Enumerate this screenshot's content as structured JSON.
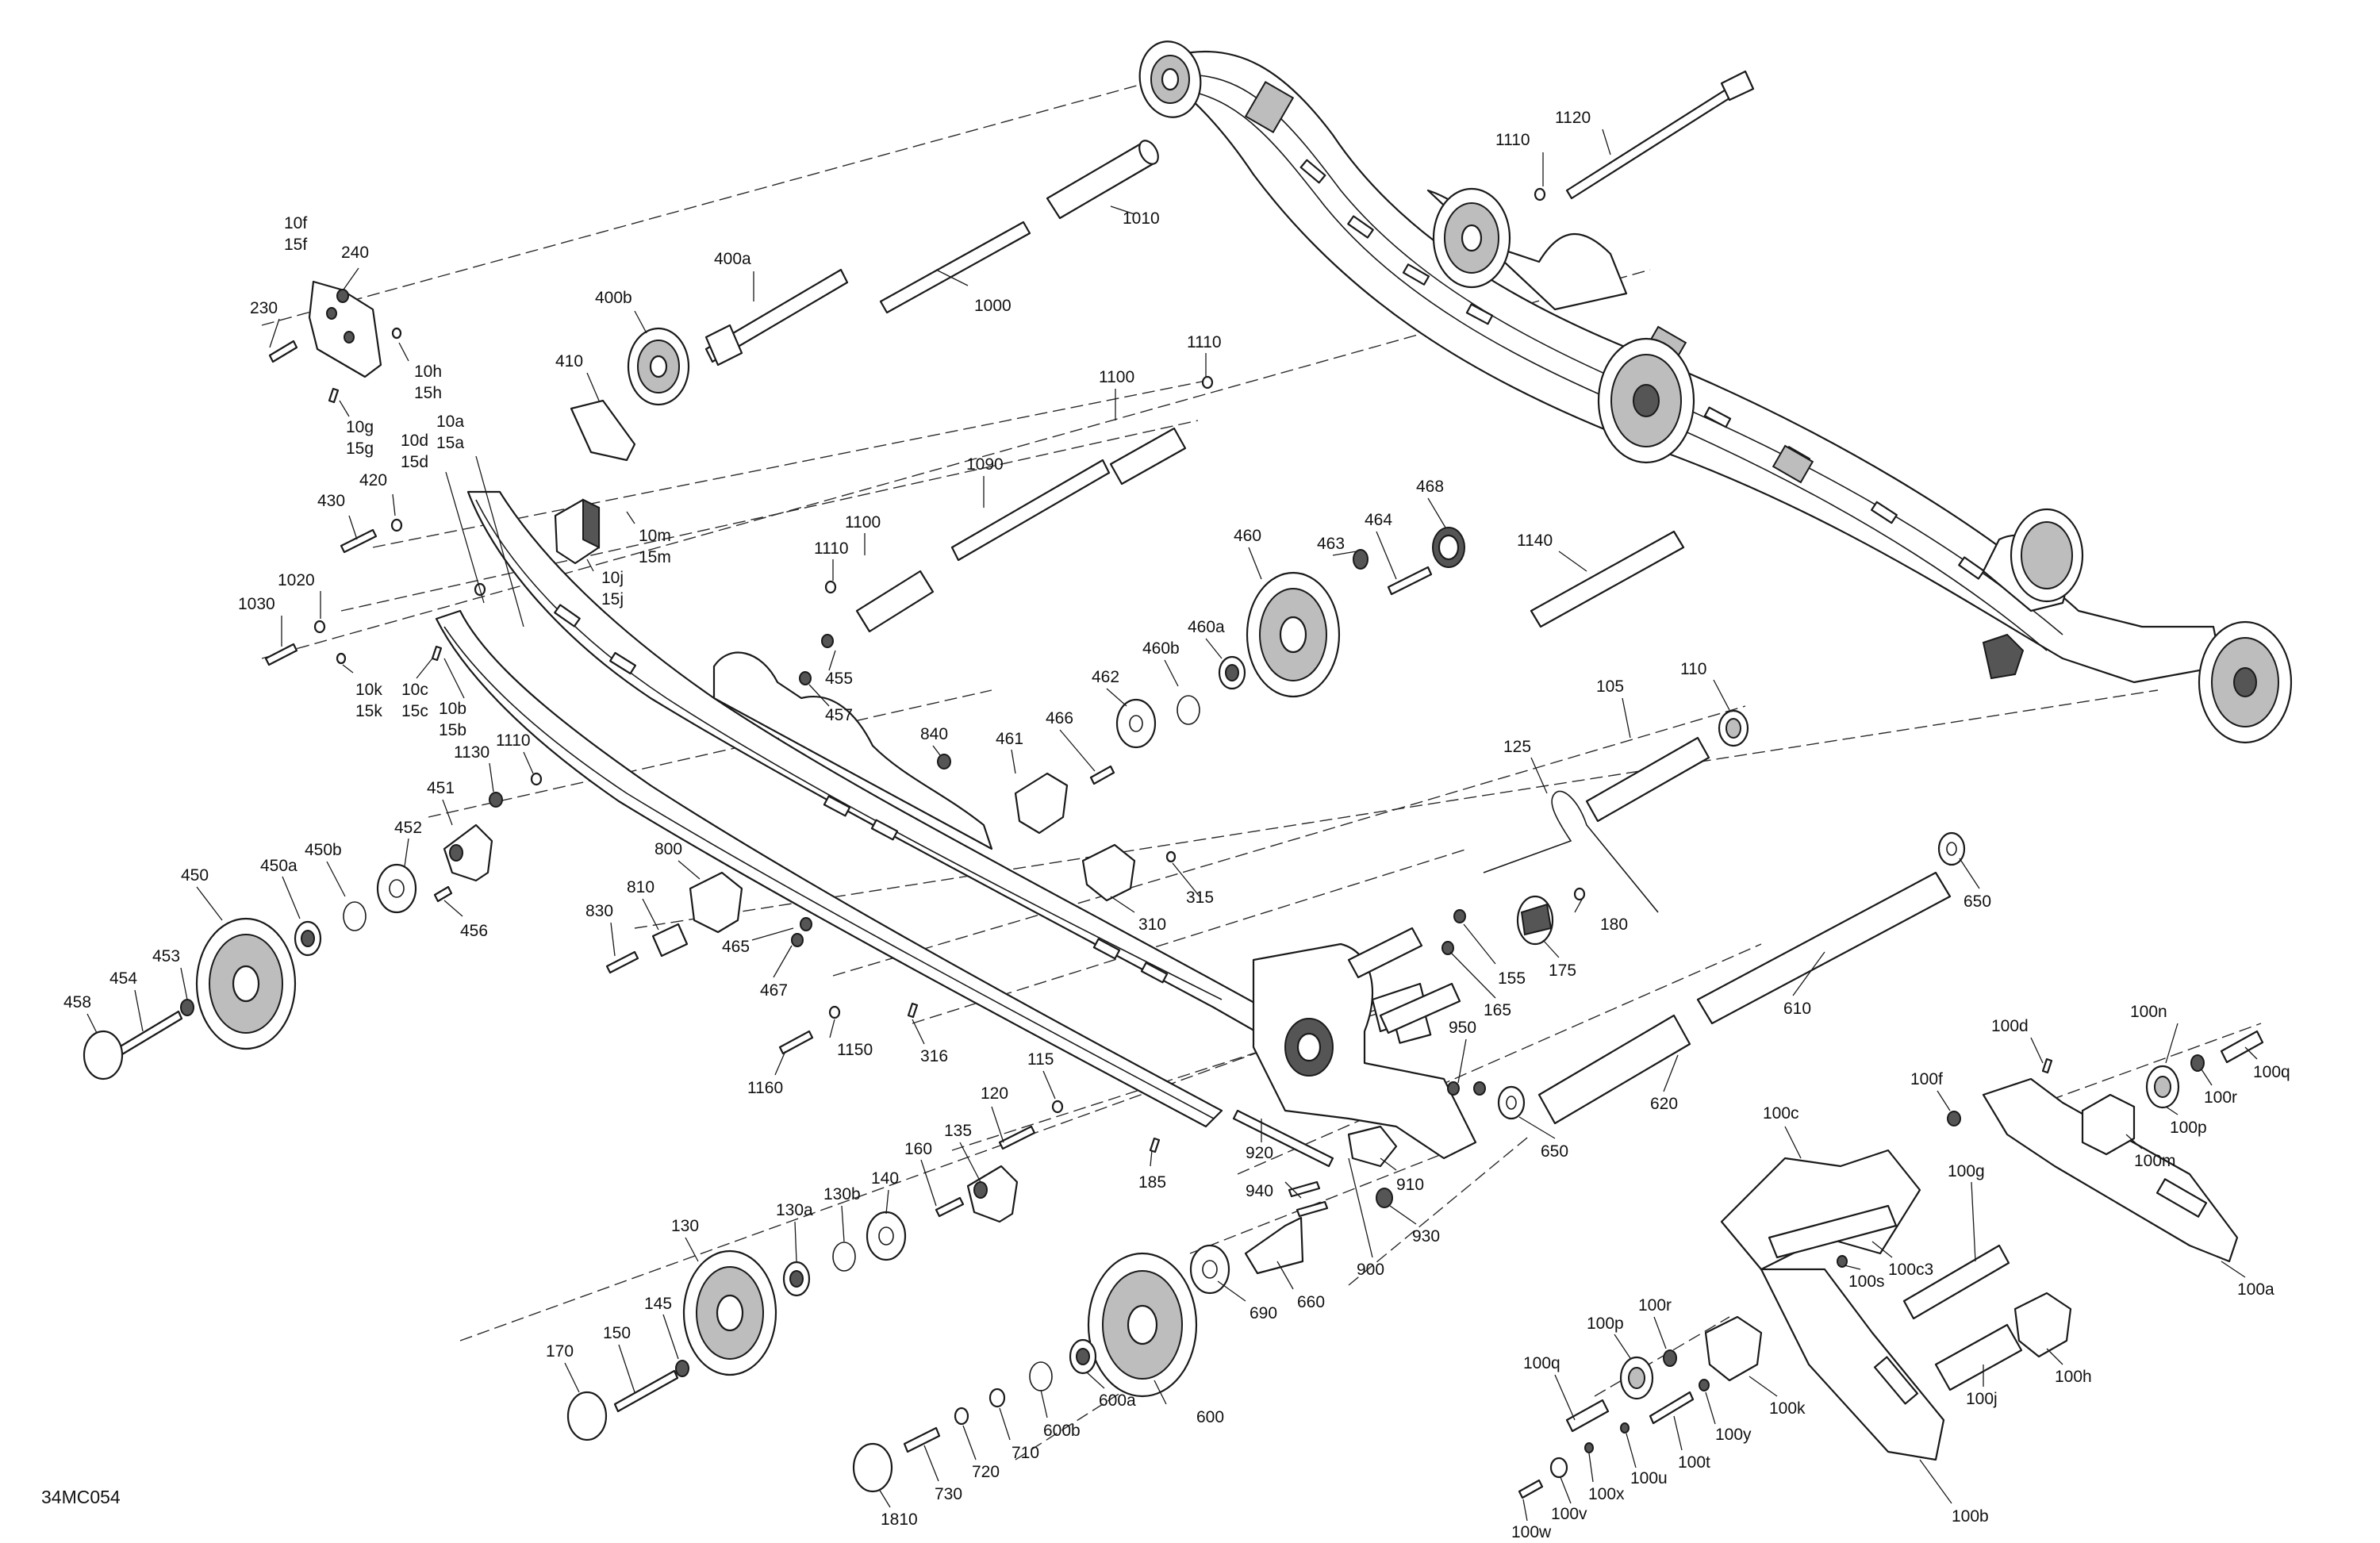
{
  "diagram_code": "34MC054",
  "callouts": {
    "c10f": "10f",
    "c15f": "15f",
    "c240": "240",
    "c230": "230",
    "c10h": "10h",
    "c15h": "15h",
    "c10g": "10g",
    "c15g": "15g",
    "c400a": "400a",
    "c400b": "400b",
    "c1000": "1000",
    "c1010": "1010",
    "c410": "410",
    "c10d": "10d",
    "c15d": "15d",
    "c10a": "10a",
    "c15a": "15a",
    "c420": "420",
    "c430": "430",
    "c10m": "10m",
    "c15m": "15m",
    "c10j": "10j",
    "c15j": "15j",
    "c1020": "1020",
    "c1030": "1030",
    "c10k": "10k",
    "c15k": "15k",
    "c10c": "10c",
    "c15c": "15c",
    "c10b": "10b",
    "c15b": "15b",
    "c1100a": "1100",
    "c1110a": "1110",
    "c1090": "1090",
    "c1100b": "1100",
    "c1110b": "1110",
    "c455": "455",
    "c457": "457",
    "c840": "840",
    "c461": "461",
    "c466": "466",
    "c462": "462",
    "c460b": "460b",
    "c460a": "460a",
    "c460": "460",
    "c463": "463",
    "c464": "464",
    "c468": "468",
    "c1110c": "1110",
    "c1120": "1120",
    "c1140": "1140",
    "c110": "110",
    "c105": "105",
    "c125": "125",
    "c1130": "1130",
    "c1110d": "1110",
    "c451": "451",
    "c452": "452",
    "c450b": "450b",
    "c450a": "450a",
    "c450": "450",
    "c456": "456",
    "c800": "800",
    "c810": "810",
    "c830": "830",
    "c465": "465",
    "c467": "467",
    "c310": "310",
    "c315": "315",
    "c650a": "650",
    "c180": "180",
    "c175": "175",
    "c155": "155",
    "c165": "165",
    "c610": "610",
    "c453": "453",
    "c454": "454",
    "c458": "458",
    "c1150": "1150",
    "c316": "316",
    "c1160": "1160",
    "c115": "115",
    "c120": "120",
    "c135": "135",
    "c185": "185",
    "c950": "950",
    "c920": "920",
    "c940": "940",
    "c910": "910",
    "c930": "930",
    "c900": "900",
    "c620": "620",
    "c650b": "650",
    "c160": "160",
    "c140": "140",
    "c130b": "130b",
    "c130a": "130a",
    "c130": "130",
    "c145": "145",
    "c150": "150",
    "c170": "170",
    "c660": "660",
    "c690": "690",
    "c600": "600",
    "c600a": "600a",
    "c600b": "600b",
    "c710": "710",
    "c720": "720",
    "c730": "730",
    "c1810": "1810",
    "c100d": "100d",
    "c100n": "100n",
    "c100q": "100q",
    "c100f": "100f",
    "c100r": "100r",
    "c100p": "100p",
    "c100m": "100m",
    "c100c": "100c",
    "c100c3": "100c3",
    "c100s": "100s",
    "c100g": "100g",
    "c100a": "100a",
    "c100h": "100h",
    "c100j": "100j",
    "c100r2": "100r",
    "c100p2": "100p",
    "c100q2": "100q",
    "c100k": "100k",
    "c100y": "100y",
    "c100t": "100t",
    "c100u": "100u",
    "c100x": "100x",
    "c100v": "100v",
    "c100w": "100w",
    "c100b": "100b"
  }
}
